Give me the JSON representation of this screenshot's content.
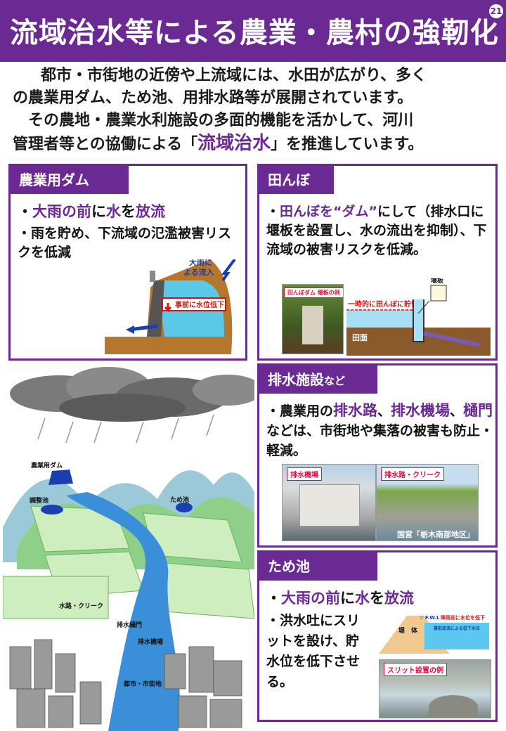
{
  "header": {
    "title": "流域治水等による農業・農村の強靭化",
    "page_number": "21"
  },
  "intro": {
    "line1": "都市・市街地の近傍や上流域には、水田が広がり、多く",
    "line2": "の農業用ダム、ため池、用排水路等が展開されています。",
    "line3": "その農地・農業水利施設の多面的機能を活かして、河川",
    "line4_before": "管理者等との協働による「",
    "line4_highlight": "流域治水",
    "line4_after": "」を推進しています。"
  },
  "dam_panel": {
    "title": "農業用ダム",
    "bullet1_a": "・",
    "bullet1_b": "大雨の前",
    "bullet1_c": "に",
    "bullet1_d": "水",
    "bullet1_e": "を",
    "bullet1_f": "放流",
    "bullet2": "・雨を貯め、下流域の氾濫被害リスクを低減",
    "fig_inflow1": "大雨に",
    "fig_inflow2": "よる流入",
    "fig_lower": "事前に水位低下"
  },
  "paddy_panel": {
    "title": "田んぼ",
    "text_a": "・",
    "text_b": "田んぼを“ダム”",
    "text_c": "にして（排水口に堰板を設置し、水の流出を抑制）、下流域の被害リスクを低減。",
    "photo_tag": "田んぼダム 堰板の例",
    "fig_board": "堰板",
    "fig_store": "一時的に田んぼに貯留",
    "fig_field": "田面"
  },
  "drain_panel": {
    "title": "排水施設",
    "title_suffix": "など",
    "text_a": "・農業用の",
    "text_b": "排水路",
    "text_c": "、",
    "text_d": "排水機場",
    "text_e": "、",
    "text_f": "樋門",
    "text_g": "などは、市街地や集落の被害も防止・軽減。",
    "photo1_tag": "排水機場",
    "photo2_tag": "排水路・クリーク",
    "credit": "国営「栃木南部地区」"
  },
  "pond_panel": {
    "title": "ため池",
    "bullet1_a": "・",
    "bullet1_b": "大雨の前",
    "bullet1_c": "に",
    "bullet1_d": "水",
    "bullet1_e": "を",
    "bullet1_f": "放流",
    "bullet2": "・洪水吐にスリットを設け、貯水位を低下させる。",
    "fig_body": "堤　体",
    "fig_fwl": "▽ F.W.L",
    "fig_pre": "降雨前に水位を低下",
    "fig_pre2": "事前放流による低下水位",
    "photo_tag": "スリット設置の例"
  },
  "illustration": {
    "label_dam": "農業用ダム",
    "label_regpond": "調整池",
    "label_pond": "ため池",
    "label_canal": "水路・クリーク",
    "label_gate": "排水樋門",
    "label_pump": "排水機場",
    "label_city": "都市・市街地"
  },
  "colors": {
    "accent": "#6b2a93",
    "water": "#3b8fd9",
    "highlight_red": "#d41414"
  }
}
